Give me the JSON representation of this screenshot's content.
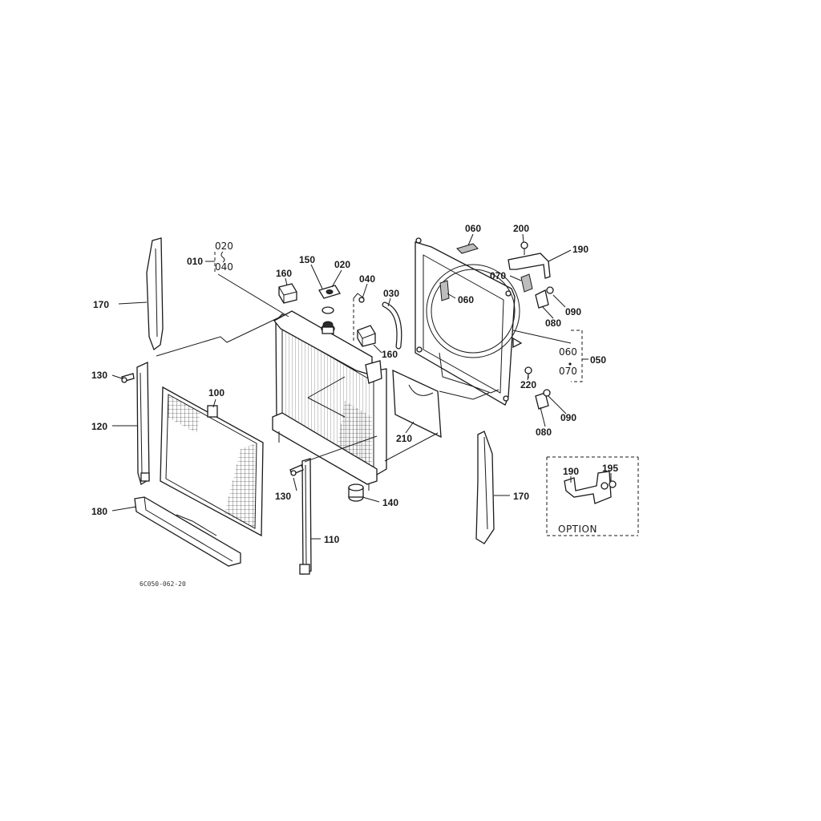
{
  "diagram": {
    "labels": {
      "p170_left": "170",
      "p010": "010",
      "p020_top": "020",
      "p040_top": "040",
      "p160_top": "160",
      "p150": "150",
      "p020_mid": "020",
      "p040_mid": "040",
      "p030": "030",
      "p160_mid": "160",
      "p060_top": "060",
      "p200": "200",
      "p190": "190",
      "p070_top": "070",
      "p060_mid": "060",
      "p090_top": "090",
      "p080_top": "080",
      "p060_right": "060",
      "p070_right": "070",
      "p050": "050",
      "p220": "220",
      "p090_bot": "090",
      "p080_bot": "080",
      "p130_left": "130",
      "p120": "120",
      "p100": "100",
      "p210": "210",
      "p130_mid": "130",
      "p140": "140",
      "p170_right": "170",
      "p180": "180",
      "p110": "110",
      "p190_opt": "190",
      "p195": "195"
    },
    "option_text": "OPTION",
    "drawing_code": "6C050-062-20"
  }
}
